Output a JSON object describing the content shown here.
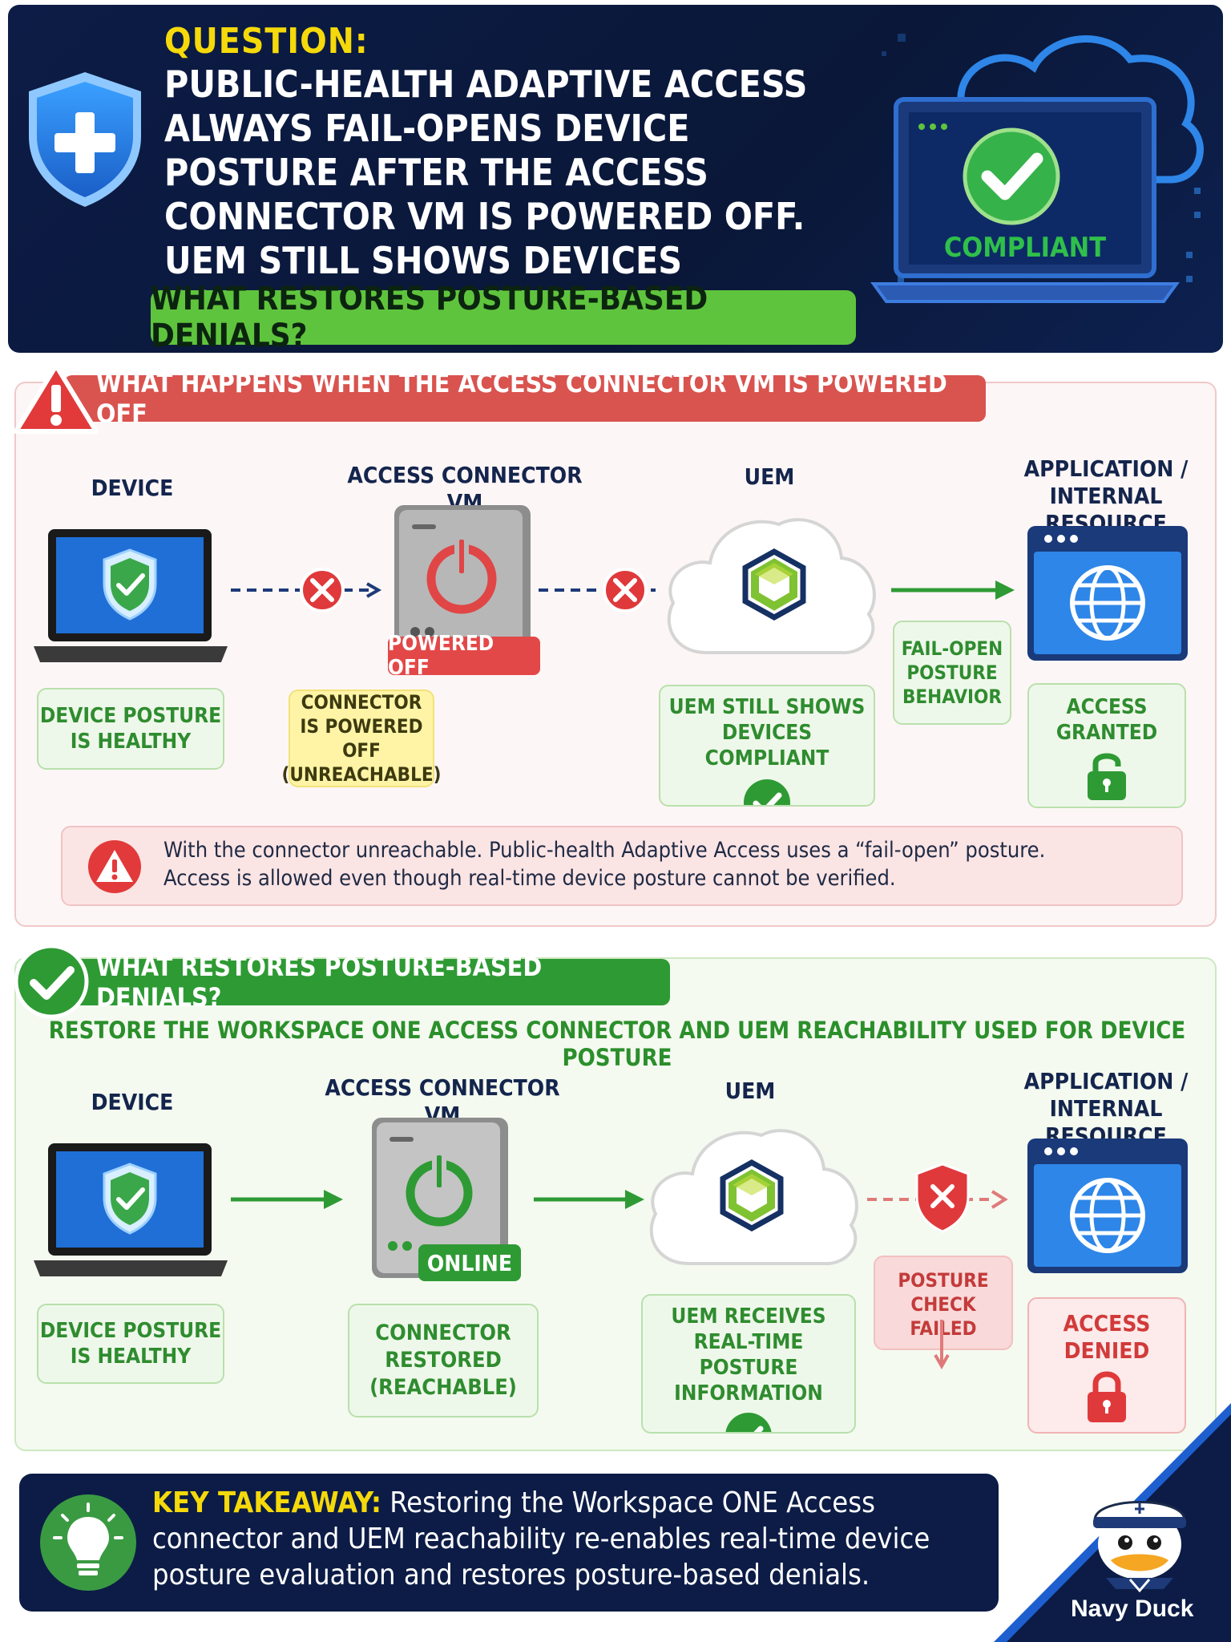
{
  "question": {
    "label": "QUESTION:",
    "text": "PUBLIC-HEALTH ADAPTIVE ACCESS ALWAYS FAIL-OPENS DEVICE POSTURE AFTER THE ACCESS CONNECTOR VM IS POWERED OFF. UEM STILL SHOWS DEVICES COMPLIANT.",
    "prompt": "WHAT RESTORES POSTURE-BASED DENIALS?",
    "screen_label": "COMPLIANT"
  },
  "section1": {
    "title": "WHAT HAPPENS WHEN THE ACCESS CONNECTOR VM IS POWERED OFF",
    "col_device": "DEVICE",
    "col_connector": "ACCESS CONNECTOR VM",
    "col_uem": "UEM",
    "col_app_line1": "APPLICATION /",
    "col_app_line2": "INTERNAL RESOURCE",
    "connector_badge": "POWERED OFF",
    "device_box_l1": "DEVICE POSTURE",
    "device_box_l2": "IS HEALTHY",
    "connector_box_l1": "CONNECTOR",
    "connector_box_l2": "IS POWERED OFF",
    "connector_box_l3": "(UNREACHABLE)",
    "uem_box_l1": "UEM STILL SHOWS",
    "uem_box_l2": "DEVICES COMPLIANT",
    "failopen_l1": "FAIL-OPEN",
    "failopen_l2": "POSTURE",
    "failopen_l3": "BEHAVIOR",
    "access_l1": "ACCESS",
    "access_l2": "GRANTED",
    "note_l1": "With the connector unreachable. Public-health Adaptive Access uses a “fail-open” posture.",
    "note_l2": "Access is allowed even though real-time device posture cannot be verified."
  },
  "section2": {
    "title": "WHAT RESTORES POSTURE-BASED DENIALS?",
    "subtitle": "RESTORE THE WORKSPACE ONE ACCESS CONNECTOR AND UEM REACHABILITY USED FOR DEVICE POSTURE",
    "col_device": "DEVICE",
    "col_connector": "ACCESS CONNECTOR VM",
    "col_uem": "UEM",
    "col_app_line1": "APPLICATION /",
    "col_app_line2": "INTERNAL RESOURCE",
    "connector_badge": "ONLINE",
    "device_box_l1": "DEVICE POSTURE",
    "device_box_l2": "IS HEALTHY",
    "connector_box_l1": "CONNECTOR",
    "connector_box_l2": "RESTORED",
    "connector_box_l3": "(REACHABLE)",
    "uem_box_l1": "UEM RECEIVES",
    "uem_box_l2": "REAL-TIME POSTURE",
    "uem_box_l3": "INFORMATION",
    "check_l1": "POSTURE CHECK",
    "check_l2": "FAILED",
    "access_l1": "ACCESS",
    "access_l2": "DENIED"
  },
  "takeaway": {
    "label": "KEY TAKEAWAY:",
    "text": " Restoring the Workspace ONE Access connector and UEM reachability re-enables real-time device posture evaluation and restores posture-based denials."
  },
  "brand": "Navy Duck",
  "colors": {
    "navy": "#0c1c46",
    "yellow": "#f5d90a",
    "green": "#2e9a34",
    "red": "#d9534f",
    "blue": "#1d6fd8"
  }
}
